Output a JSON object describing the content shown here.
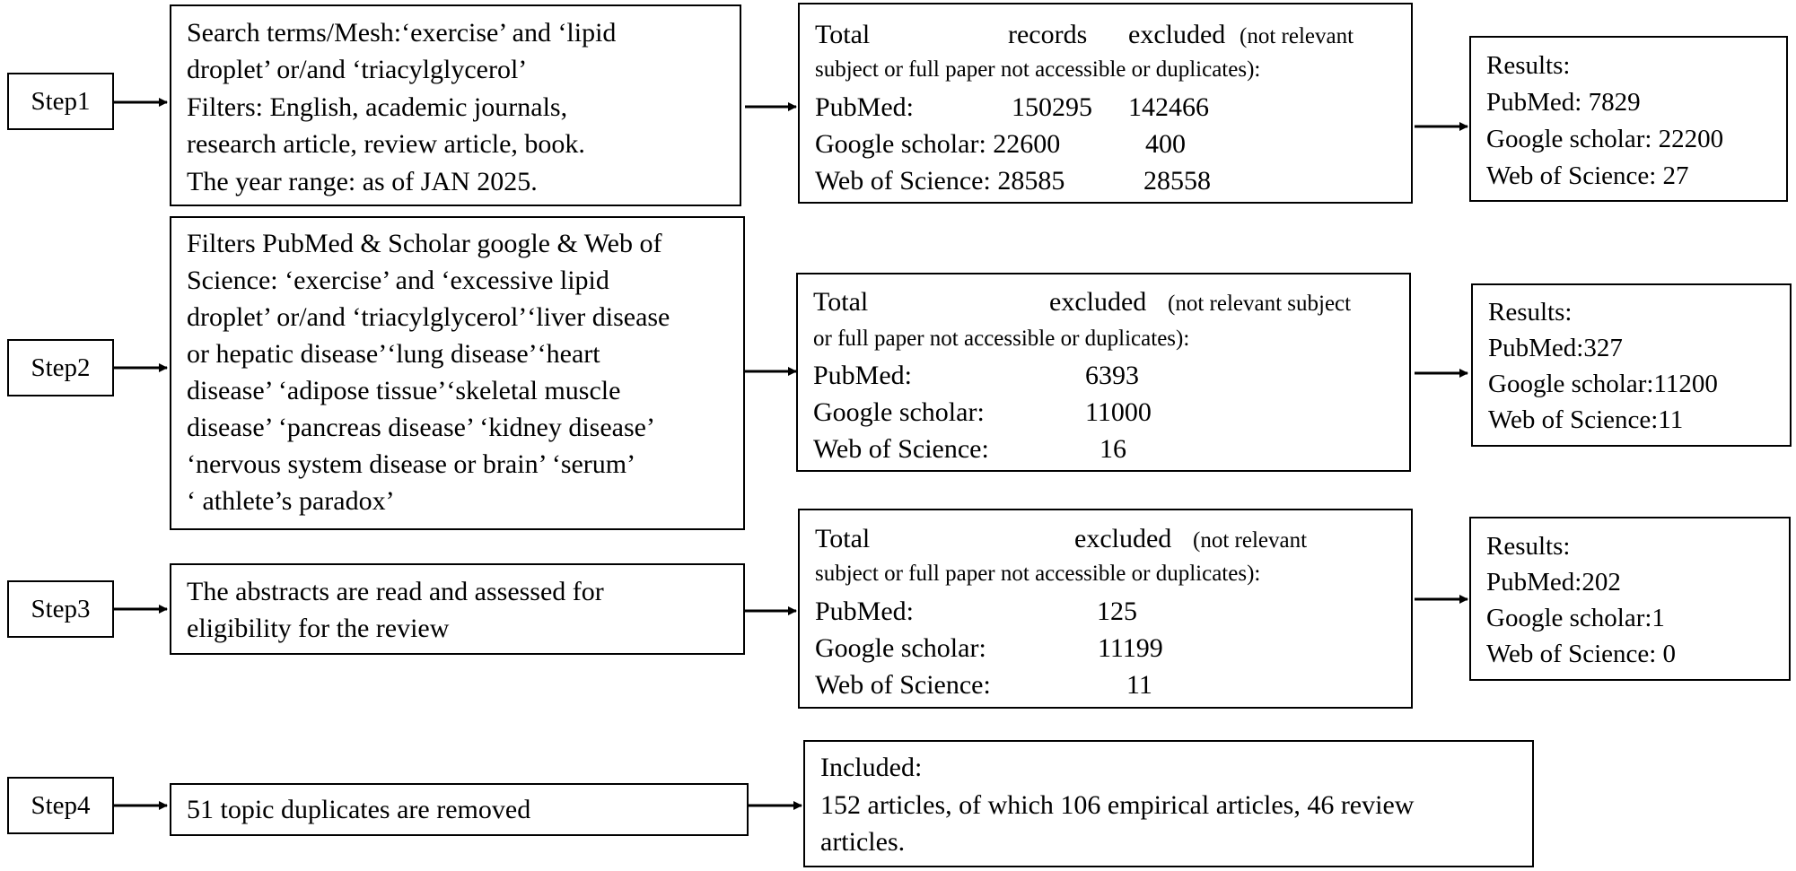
{
  "steps": [
    {
      "label": "Step1",
      "criteria": [
        "Search terms/Mesh:‘exercise’ and ‘lipid",
        "droplet’ or/and ‘triacylglycerol’",
        "Filters: English, academic journals,",
        "research article, review article, book.",
        "The year range: as of JAN 2025."
      ],
      "exclusion": {
        "total_label": "Total",
        "records_label": "records",
        "excluded_label": "excluded",
        "note_line1": "(not relevant",
        "note_line2": "subject or full paper not accessible or duplicates):",
        "rows": [
          {
            "source": "PubMed:",
            "total": "150295",
            "excluded": "142466"
          },
          {
            "source": "Google scholar: 22600",
            "excluded": "400"
          },
          {
            "source": "Web of Science: 28585",
            "excluded": "28558"
          }
        ]
      },
      "results": [
        "Results:",
        "PubMed: 7829",
        "Google scholar: 22200",
        "Web of Science: 27"
      ]
    },
    {
      "label": "Step2",
      "criteria": [
        "Filters PubMed & Scholar google & Web of",
        "Science: ‘exercise’ and ‘excessive lipid",
        "droplet’ or/and ‘triacylglycerol’‘liver disease",
        "or hepatic disease’‘lung disease’‘heart",
        "disease’ ‘adipose tissue’‘skeletal muscle",
        "disease’ ‘pancreas disease’ ‘kidney disease’",
        "‘nervous system disease or brain’ ‘serum’",
        "‘ athlete’s paradox’"
      ],
      "exclusion": {
        "total_label": "Total",
        "excluded_label": "excluded",
        "note_line1": "(not relevant subject",
        "note_line2": "or full paper not accessible or duplicates):",
        "rows": [
          {
            "source": "PubMed:",
            "excluded": "6393"
          },
          {
            "source": "Google scholar:",
            "excluded": "11000"
          },
          {
            "source": "Web of Science:",
            "excluded": "16"
          }
        ]
      },
      "results": [
        "Results:",
        "PubMed:327",
        "Google scholar:11200",
        "Web of Science:11"
      ]
    },
    {
      "label": "Step3",
      "criteria": [
        "The abstracts are read and assessed for",
        "eligibility for the review"
      ],
      "exclusion": {
        "total_label": "Total",
        "excluded_label": "excluded",
        "note_line1": "(not relevant",
        "note_line2": "subject or full paper not accessible or duplicates):",
        "rows": [
          {
            "source": "PubMed:",
            "excluded": "125"
          },
          {
            "source": "Google scholar:",
            "excluded": "11199"
          },
          {
            "source": "Web of Science:",
            "excluded": "11"
          }
        ]
      },
      "results": [
        "Results:",
        "PubMed:202",
        "Google scholar:1",
        "Web of Science: 0"
      ]
    },
    {
      "label": "Step4",
      "criteria": [
        "51 topic duplicates are removed"
      ],
      "included": [
        "Included:",
        "152 articles, of  which 106 empirical articles, 46 review",
        "articles."
      ]
    }
  ]
}
